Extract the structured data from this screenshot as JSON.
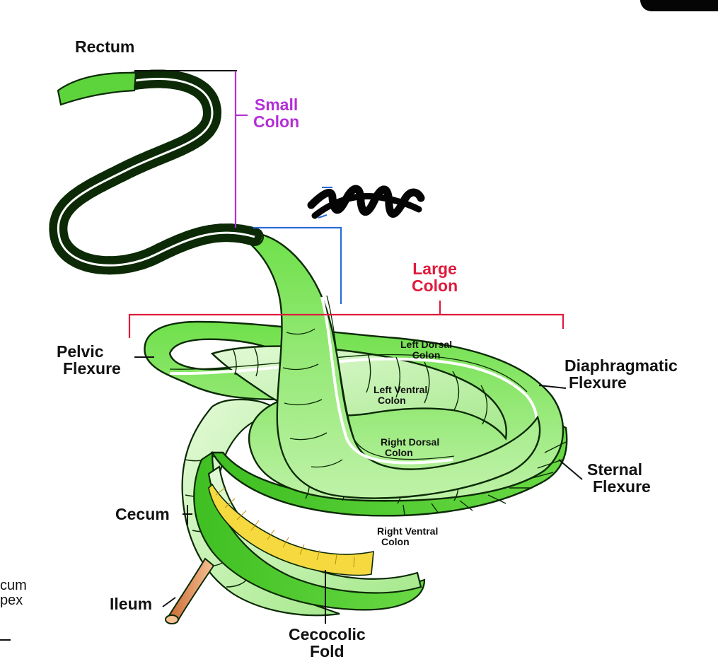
{
  "labels": {
    "rectum": "Rectum",
    "small_colon": [
      "Small",
      "Colon"
    ],
    "large_colon": [
      "Large",
      "Colon"
    ],
    "pelvic_flexure": [
      "Pelvic",
      "Flexure"
    ],
    "left_dorsal_colon": [
      "Left Dorsal",
      "Colon"
    ],
    "left_ventral_colon": [
      "Left Ventral",
      "Colon"
    ],
    "right_dorsal_colon": [
      "Right Dorsal",
      "Colon"
    ],
    "diaphragmatic_flexure": [
      "Diaphragmatic",
      "Flexure"
    ],
    "sternal_flexure": [
      "Sternal",
      "Flexure"
    ],
    "cecum": "Cecum",
    "right_ventral_colon": [
      "Right Ventral",
      "Colon"
    ],
    "cecum_apex": [
      "cum",
      "pex"
    ],
    "ileum": "Ileum",
    "cecocolic_fold": [
      "Cecocolic",
      "Fold"
    ]
  },
  "colors": {
    "organ_green": "#5ed43c",
    "organ_light": "#d4f7c4",
    "outline": "#0b2a05",
    "small_colon_bracket": "#b42fd6",
    "transverse_bracket": "#2a6bd8",
    "large_colon_bracket": "#e01a3c",
    "fold_yellow": "#f6d83f",
    "ileum": "#f2a56a",
    "scribble": "#050505"
  }
}
